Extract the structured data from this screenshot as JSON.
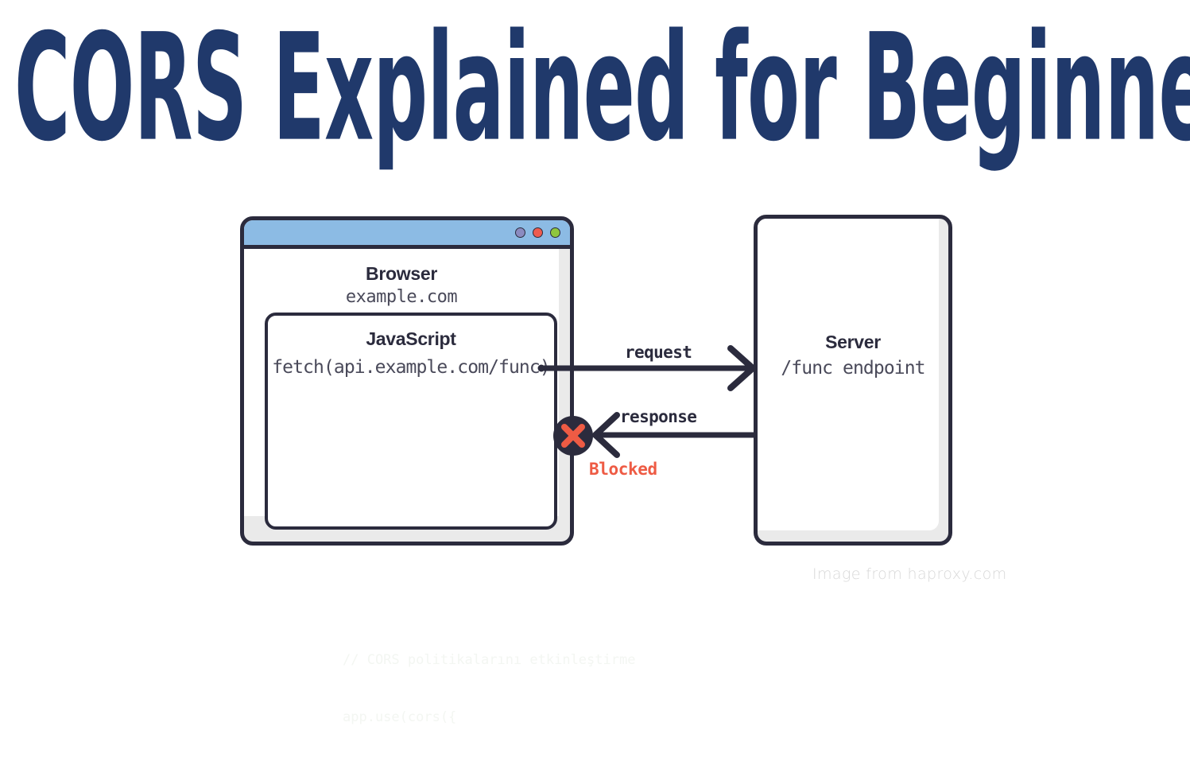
{
  "page": {
    "title": "CORS Explained for Beginners",
    "title_color": "#20396B",
    "background": "#ffffff"
  },
  "diagram": {
    "attribution": "Image from haproxy.com",
    "browser": {
      "titlebar_color": "#8CBBE4",
      "stroke_color": "#2B2B3D",
      "heading": "Browser",
      "origin": "example.com",
      "dots": [
        {
          "name": "window-dot-purple",
          "color": "#8B8BC0"
        },
        {
          "name": "window-dot-red",
          "color": "#EE5B4E"
        },
        {
          "name": "window-dot-green",
          "color": "#8FC63D"
        }
      ],
      "javascript_box": {
        "heading": "JavaScript",
        "code": "fetch(api.example.com/func)"
      }
    },
    "server": {
      "heading": "Server",
      "endpoint": "/func endpoint"
    },
    "arrows": [
      {
        "name": "request-arrow",
        "label": "request",
        "direction": "right",
        "color": "#2B2B3D"
      },
      {
        "name": "response-arrow",
        "label": "response",
        "direction": "left",
        "color": "#2B2B3D"
      }
    ],
    "blocked": {
      "label": "Blocked",
      "label_color": "#EE5B44",
      "marker_circle_color": "#2B2B3D",
      "marker_cross_color": "#EE5B44"
    }
  },
  "background_code": {
    "line1": "// CORS politikalarını etkinleştirme",
    "line2": "app.use(cors({",
    "color": "#F3F6F2"
  }
}
